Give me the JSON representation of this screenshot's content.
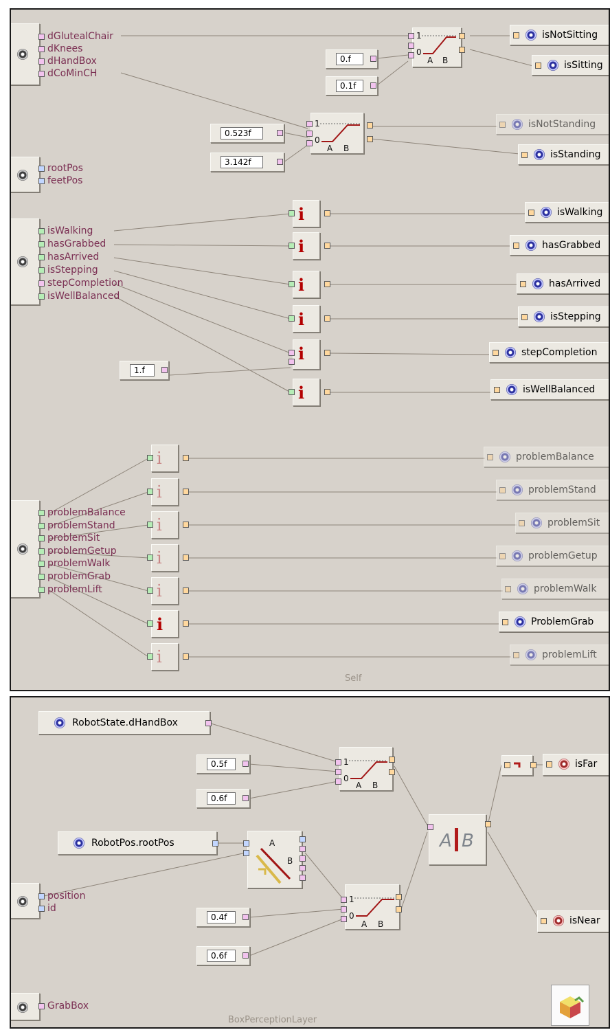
{
  "panels": {
    "self": {
      "caption": "Self"
    },
    "box": {
      "caption": "BoxPerceptionLayer"
    }
  },
  "self": {
    "sensor_sit": {
      "ports": [
        "dGlutealChair",
        "dKnees",
        "dHandBox",
        "dCoMinCH"
      ]
    },
    "sensor_pos": {
      "ports": [
        "rootPos",
        "feetPos"
      ]
    },
    "sensor_state": {
      "ports": [
        "isWalking",
        "hasGrabbed",
        "hasArrived",
        "isStepping",
        "stepCompletion",
        "isWellBalanced"
      ]
    },
    "sensor_problems": {
      "ports": [
        "problemBalance",
        "problemStand",
        "problemSit",
        "problemGetup",
        "problemWalk",
        "problemGrab",
        "problemLift"
      ]
    },
    "constants": {
      "c1": "0.f",
      "c2": "0.1f",
      "c3": "0.523f",
      "c4": "3.142f",
      "c5": "1.f"
    },
    "outputs": {
      "isNotSitting": "isNotSitting",
      "isSitting": "isSitting",
      "isNotStanding": "isNotStanding",
      "isStanding": "isStanding",
      "isWalking": "isWalking",
      "hasGrabbed": "hasGrabbed",
      "hasArrived": "hasArrived",
      "isStepping": "isStepping",
      "stepCompletion": "stepCompletion",
      "isWellBalanced": "isWellBalanced",
      "problemBalance": "problemBalance",
      "problemStand": "problemStand",
      "problemSit": "problemSit",
      "problemGetup": "problemGetup",
      "problemWalk": "problemWalk",
      "ProblemGrab": "ProblemGrab",
      "problemLift": "problemLift"
    }
  },
  "box": {
    "robot_state": "RobotState.dHandBox",
    "robot_pos": "RobotPos.rootPos",
    "sensor_position": {
      "ports": [
        "position",
        "id"
      ]
    },
    "sensor_grab": {
      "ports": [
        "GrabBox"
      ]
    },
    "constants": {
      "c1": "0.5f",
      "c2": "0.6f",
      "c3": "0.4f",
      "c4": "0.6f"
    },
    "outputs": {
      "isFar": "isFar",
      "isNear": "isNear"
    }
  },
  "glyphs": {
    "range_in_hi": "1",
    "range_in_lo": "0",
    "range_a": "A",
    "range_b": "B",
    "info": "i",
    "dist_a": "A",
    "dist_b": "B",
    "switch_a": "A",
    "switch_b": "B"
  },
  "icons": [
    "eye-sensor-icon",
    "range-map-icon",
    "info-icon",
    "distance-icon",
    "switch-icon",
    "not-gate-icon",
    "package-icon"
  ]
}
